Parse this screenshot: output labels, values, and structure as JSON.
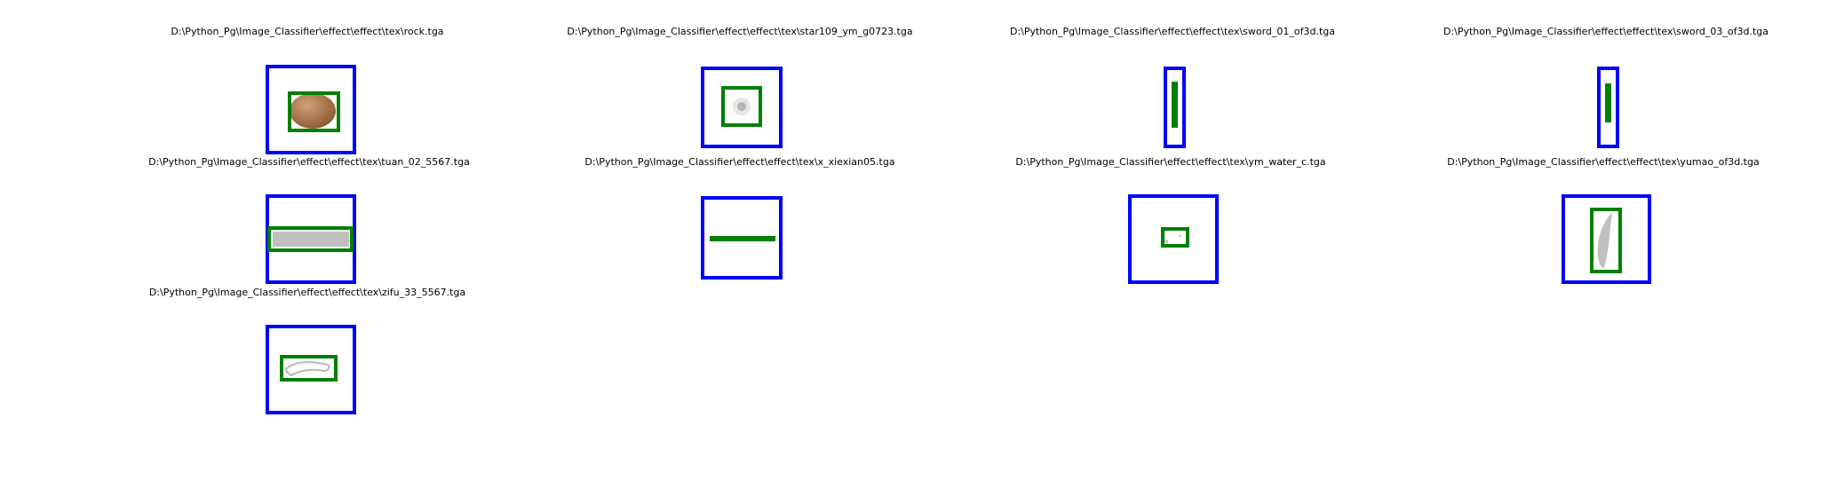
{
  "figure": {
    "panels": [
      {
        "title": "D:\\Python_Pg\\Image_Classifier\\effect\\effect\\tex\\rock.tga",
        "texture": "rock"
      },
      {
        "title": "D:\\Python_Pg\\Image_Classifier\\effect\\effect\\tex\\star109_ym_g0723.tga",
        "texture": "star"
      },
      {
        "title": "D:\\Python_Pg\\Image_Classifier\\effect\\effect\\tex\\sword_01_of3d.tga",
        "texture": "none"
      },
      {
        "title": "D:\\Python_Pg\\Image_Classifier\\effect\\effect\\tex\\sword_03_of3d.tga",
        "texture": "none"
      },
      {
        "title": "D:\\Python_Pg\\Image_Classifier\\effect\\effect\\tex\\tuan_02_5567.tga",
        "texture": "band"
      },
      {
        "title": "D:\\Python_Pg\\Image_Classifier\\effect\\effect\\tex\\x_xiexian05.tga",
        "texture": "none"
      },
      {
        "title": "D:\\Python_Pg\\Image_Classifier\\effect\\effect\\tex\\ym_water_c.tga",
        "texture": "water"
      },
      {
        "title": "D:\\Python_Pg\\Image_Classifier\\effect\\effect\\tex\\yumao_of3d.tga",
        "texture": "feather"
      },
      {
        "title": "D:\\Python_Pg\\Image_Classifier\\effect\\effect\\tex\\zifu_33_5567.tga",
        "texture": "glyph"
      }
    ]
  },
  "chart_data": {
    "type": "image-grid",
    "outer_box_color": "#0000ff",
    "inner_box_color": "#008000",
    "texture_color": "#c0c0c0",
    "rock_colors": [
      "#d2a07a",
      "#8a5a32"
    ]
  }
}
